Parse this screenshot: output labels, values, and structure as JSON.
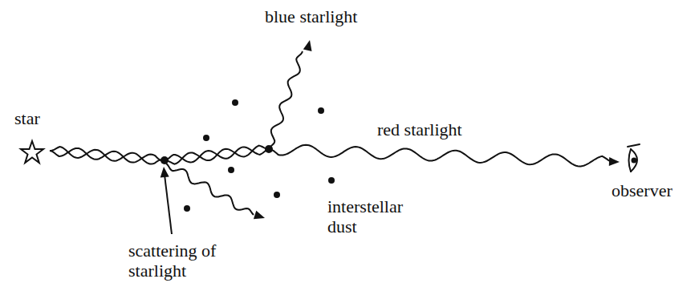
{
  "diagram": {
    "labels": [
      "blue starlight",
      "star",
      "red starlight",
      "interstellar dust",
      "observer",
      "scattering of starlight"
    ]
  }
}
